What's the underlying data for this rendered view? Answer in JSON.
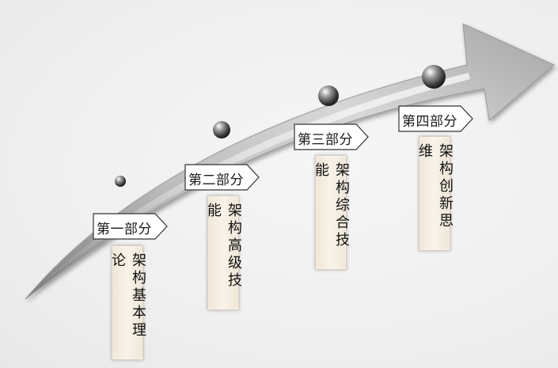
{
  "parts": [
    {
      "label": "第一部分",
      "content": "架构基本理论"
    },
    {
      "label": "第二部分",
      "content": "架构高级技能"
    },
    {
      "label": "第三部分",
      "content": "架构综合技能"
    },
    {
      "label": "第四部分",
      "content": "架构创新思维"
    }
  ],
  "colors": {
    "arrow_light": "#f4f4f4",
    "arrow_mid": "#c8c8c8",
    "arrow_dark": "#8f8f8f",
    "box_fill": "#f5efe4",
    "text": "#111111"
  }
}
